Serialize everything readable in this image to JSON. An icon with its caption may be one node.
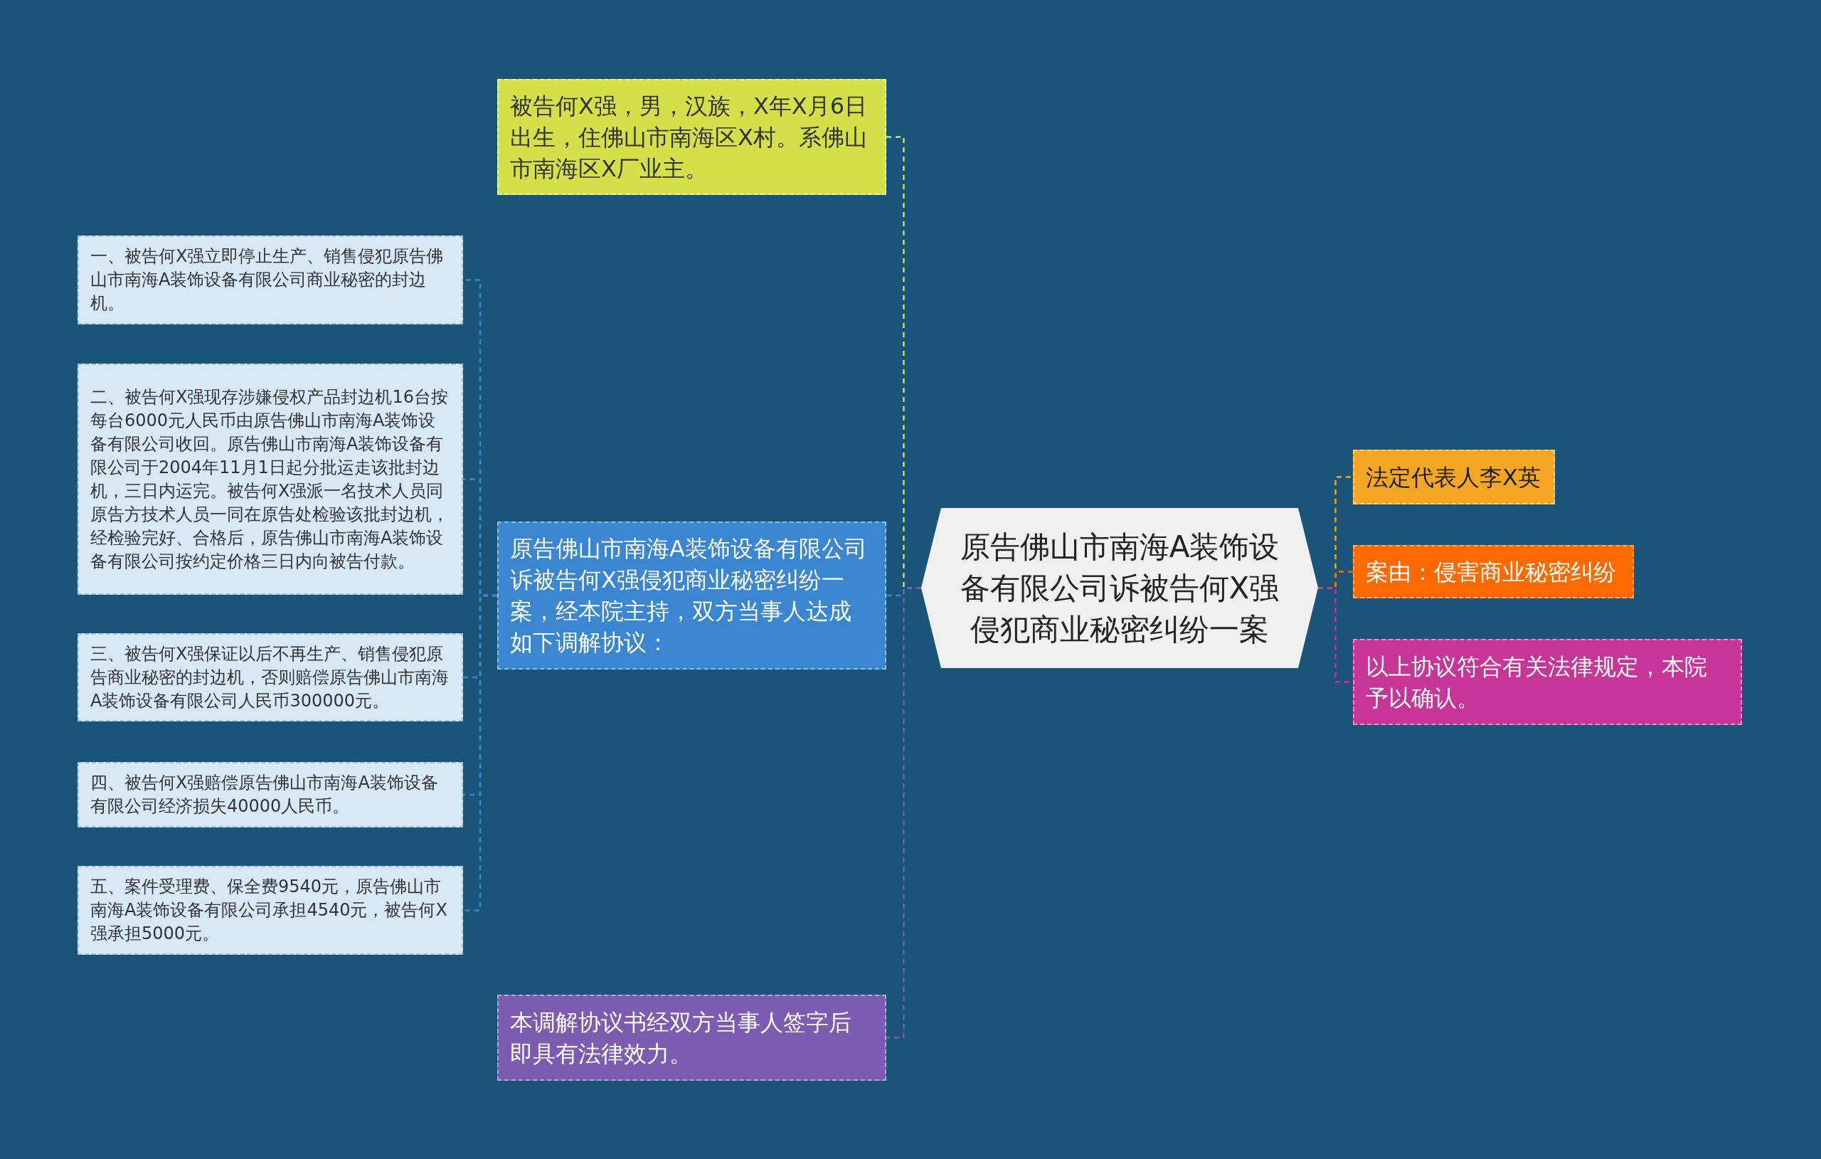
{
  "diagram": {
    "nodes": [
      {
        "text": [
          "原告佛山市南海A装饰设备有限公司诉被告何X强侵犯商业秘密纠纷一案"
        ]
      },
      {
        "text": [
          "被告何X强，男，汉族，X年X月6日出生，住佛山市南海区X村。系佛山市南海区X厂业主。"
        ]
      },
      {
        "text": [
          "原告佛山市南海A装饰设备有限公司诉被告何X强侵犯商业秘密纠纷一案，经本院主持，双方当事人达成如下调解协议："
        ]
      },
      {
        "text": [
          "一、被告何X强立即停止生产、销售侵犯原告佛山市南海A装饰设备有限公司商业秘密的封边机。"
        ]
      },
      {
        "text": [
          "二、被告何X强现存涉嫌侵权产品封边机16台按每台6000元人民币由原告佛山市南海A装饰设备有限公司收回。原告佛山市南海A装饰设备有限公司于2004年11月1日起分批运走该批封边机，三日内运完。被告何X强派一名技术人员同原告方技术人员一同在原告处检验该批封边机，经检验完好、合格后，原告佛山市南海A装饰设备有限公司按约定价格三日内向被告付款。"
        ]
      },
      {
        "text": [
          "三、被告何X强保证以后不再生产、销售侵犯原告商业秘密的封边机，否则赔偿原告佛山市南海A装饰设备有限公司人民币300000元。"
        ]
      },
      {
        "text": [
          "四、被告何X强赔偿原告佛山市南海A装饰设备有限公司经济损失40000人民币。"
        ]
      },
      {
        "text": [
          "五、案件受理费、保全费9540元，原告佛山市南海A装饰设备有限公司承担4540元，被告何X强承担5000元。"
        ]
      },
      {
        "text": [
          "本调解协议书经双方当事人签字后即具有法律效力。"
        ]
      },
      {
        "text": [
          "法定代表人李X英"
        ]
      },
      {
        "text": [
          "案由：侵害商业秘密纠纷"
        ]
      },
      {
        "text": [
          "以上协议符合有关法律规定，本院予以确认。"
        ]
      }
    ],
    "edges": [
      {
        "from": 0,
        "to": 1,
        "arrow": "none",
        "color": "#d4e04a"
      },
      {
        "from": 0,
        "to": 2,
        "arrow": "none",
        "color": "#3a86d0"
      },
      {
        "from": 2,
        "to": 3,
        "arrow": "none",
        "color": "#3a86d0"
      },
      {
        "from": 2,
        "to": 4,
        "arrow": "none",
        "color": "#3a86d0"
      },
      {
        "from": 2,
        "to": 5,
        "arrow": "none",
        "color": "#3a86d0"
      },
      {
        "from": 2,
        "to": 6,
        "arrow": "none",
        "color": "#3a86d0"
      },
      {
        "from": 2,
        "to": 7,
        "arrow": "none",
        "color": "#3a86d0"
      },
      {
        "from": 0,
        "to": 8,
        "arrow": "none",
        "color": "#7b5cb0"
      },
      {
        "from": 0,
        "to": 9,
        "arrow": "none",
        "color": "#f5a623"
      },
      {
        "from": 0,
        "to": 10,
        "arrow": "none",
        "color": "#ff6a00"
      },
      {
        "from": 0,
        "to": 11,
        "arrow": "none",
        "color": "#c83598"
      }
    ]
  }
}
